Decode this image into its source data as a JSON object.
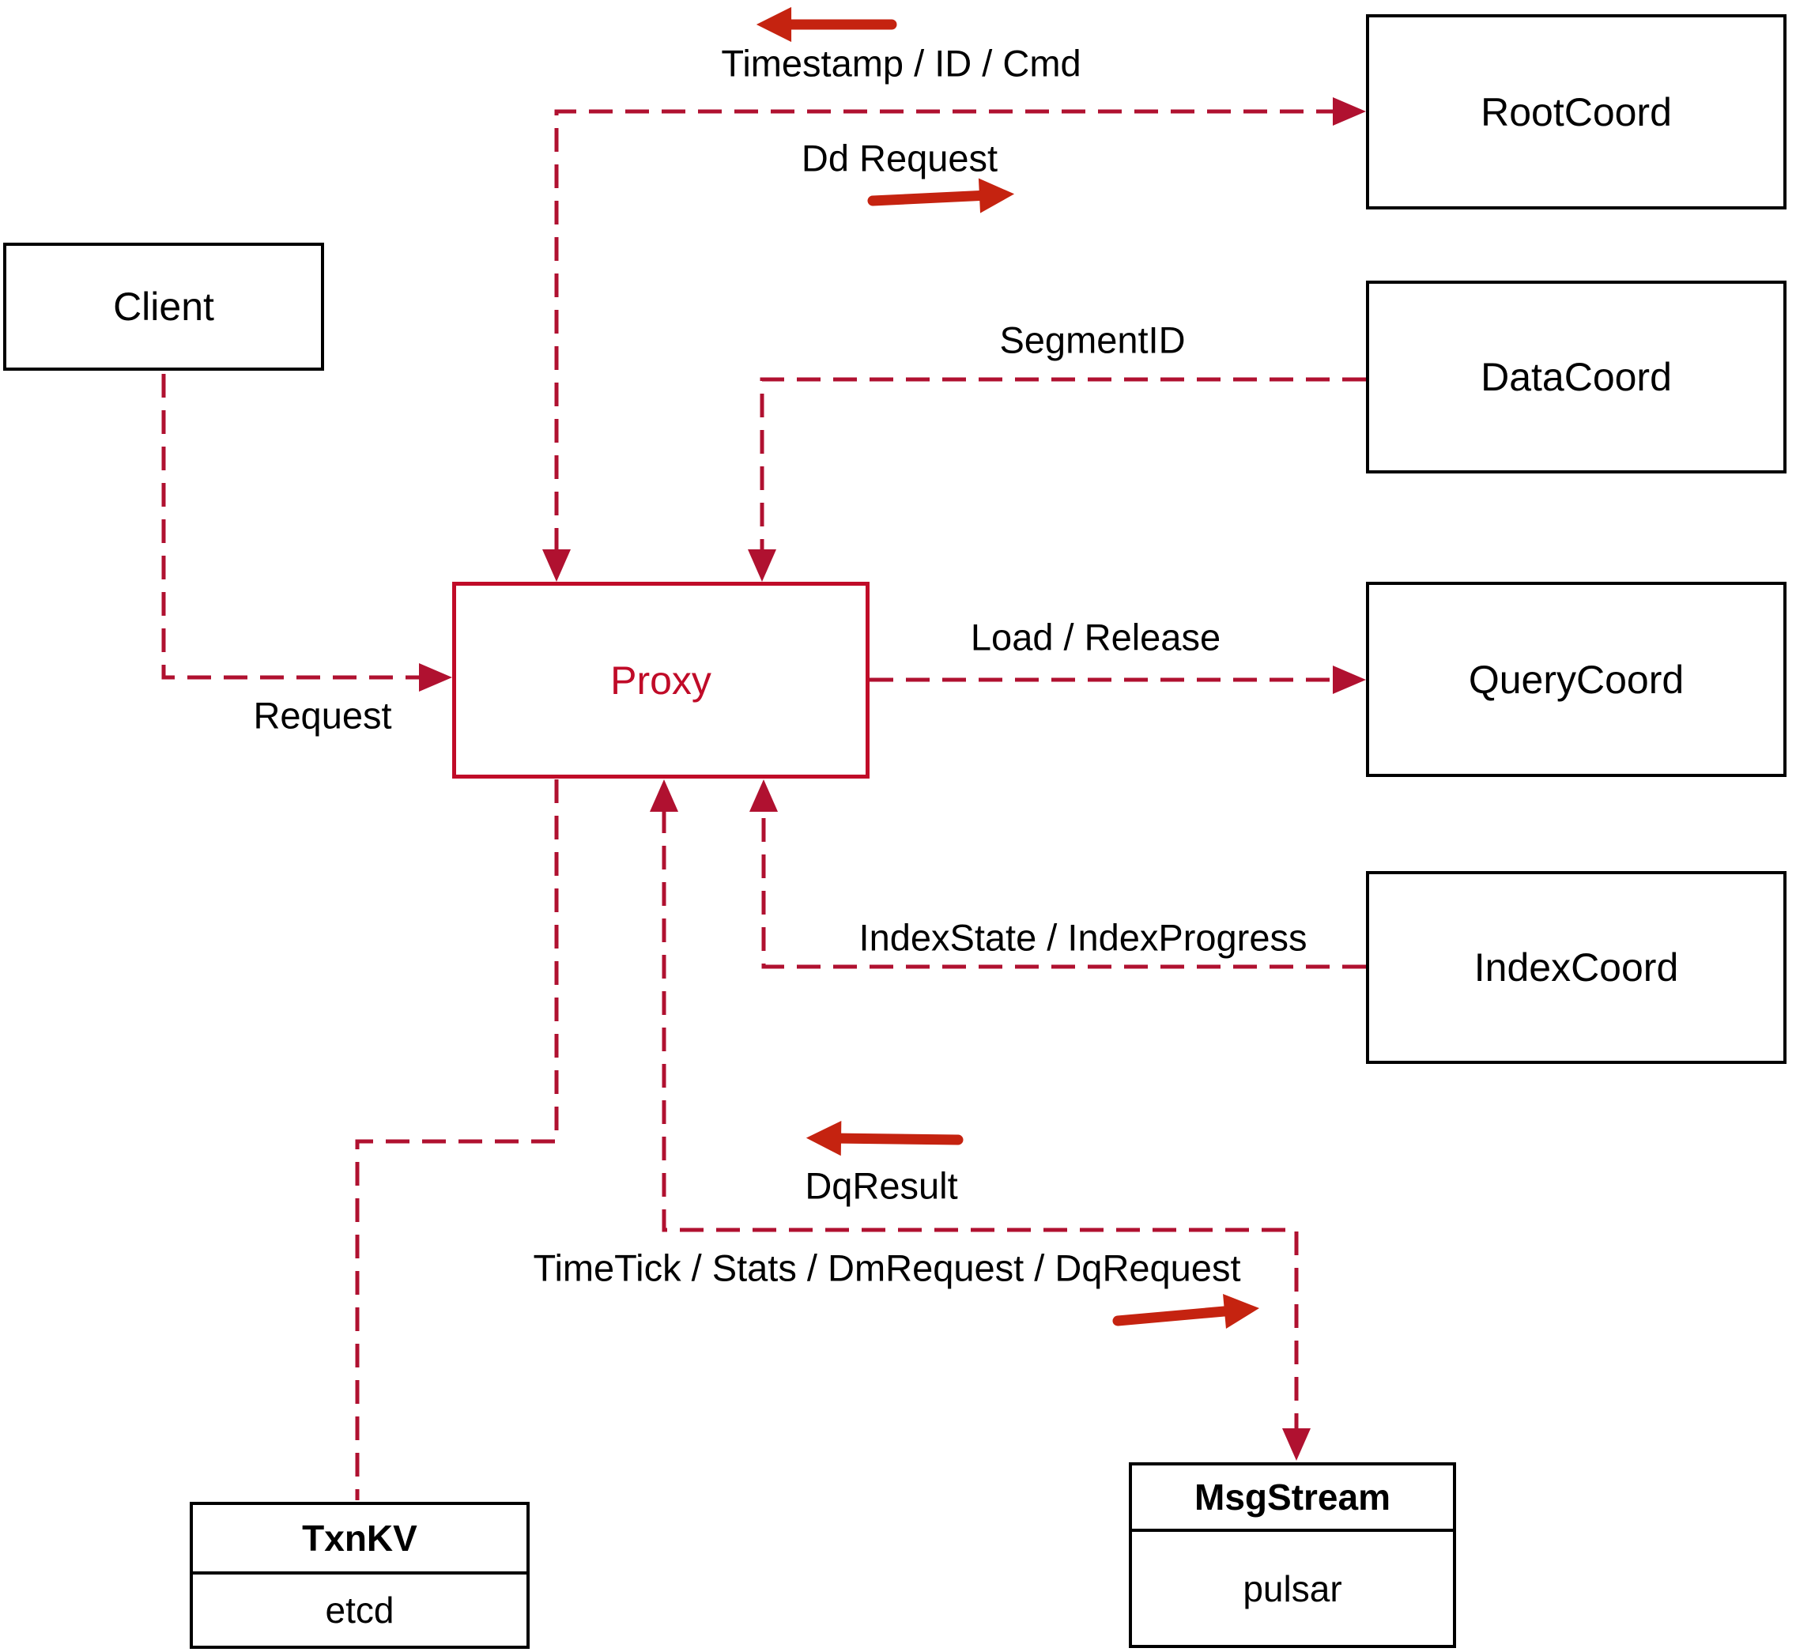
{
  "nodes": {
    "client": {
      "label": "Client"
    },
    "proxy": {
      "label": "Proxy"
    },
    "root_coord": {
      "label": "RootCoord"
    },
    "data_coord": {
      "label": "DataCoord"
    },
    "query_coord": {
      "label": "QueryCoord"
    },
    "index_coord": {
      "label": "IndexCoord"
    },
    "txn_kv": {
      "title": "TxnKV",
      "impl": "etcd"
    },
    "msg_stream": {
      "title": "MsgStream",
      "impl": "pulsar"
    }
  },
  "edges": {
    "timestamp_id_cmd": {
      "label": "Timestamp / ID / Cmd"
    },
    "dd_request": {
      "label": "Dd Request"
    },
    "segment_id": {
      "label": "SegmentID"
    },
    "load_release": {
      "label": "Load / Release"
    },
    "index_state": {
      "label": "IndexState / IndexProgress"
    },
    "dq_result": {
      "label": "DqResult"
    },
    "time_tick": {
      "label": "TimeTick / Stats / DmRequest / DqRequest"
    },
    "request": {
      "label": "Request"
    }
  },
  "colors": {
    "dashed_line": "#b01130",
    "solid_arrow": "#c52310",
    "proxy_accent": "#c00b28",
    "box_border": "#000000",
    "label_text": "#000000",
    "background": "#ffffff"
  }
}
